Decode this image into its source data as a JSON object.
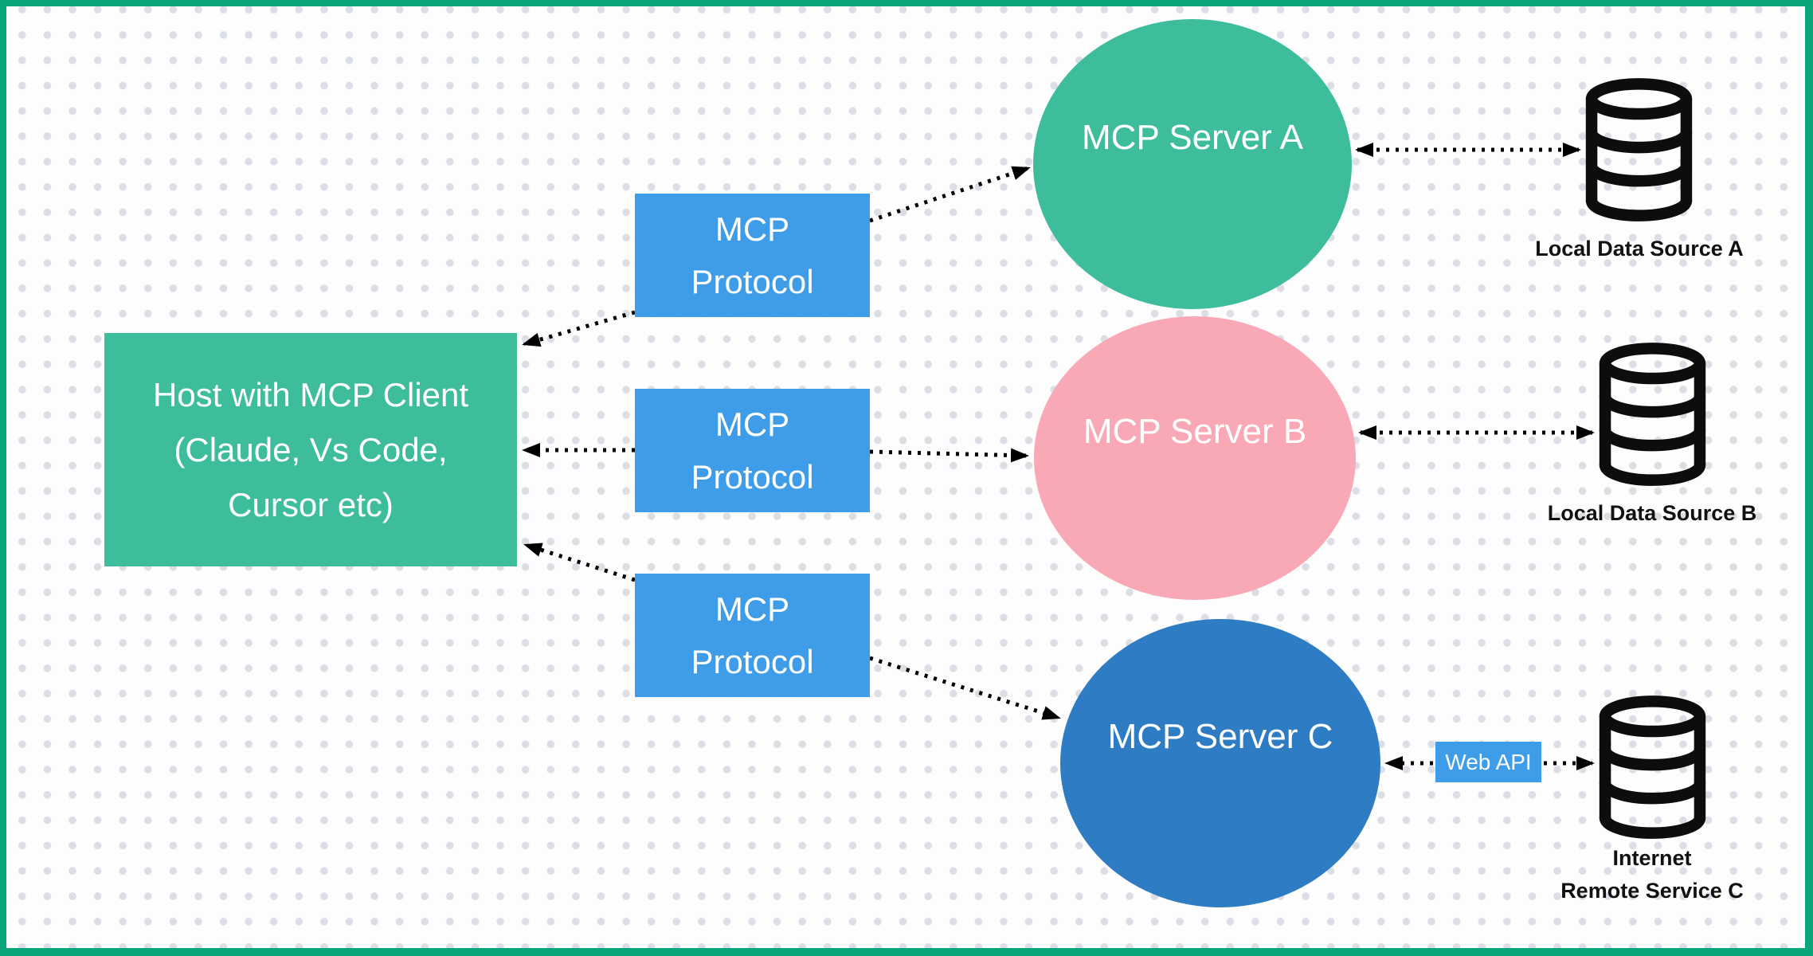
{
  "colors": {
    "frame_border": "#0aa77d",
    "host_teal": "#3dbd9c",
    "protocol_blue": "#3e9ce9",
    "server_a_teal": "#3dbd9c",
    "server_b_pink": "#f9a8b5",
    "server_c_blue": "#2e7cc3",
    "arrow_black": "#000000",
    "dot_grid_gray": "#dcdee6",
    "label_text": "#111111",
    "node_text": "#ffffff"
  },
  "diagram": {
    "host": {
      "lines": [
        "Host with MCP Client",
        "(Claude, Vs Code,",
        "Cursor etc)"
      ]
    },
    "protocol_label": {
      "lines": [
        "MCP",
        "Protocol"
      ]
    },
    "servers": [
      {
        "label": "MCP Server A"
      },
      {
        "label": "MCP Server B"
      },
      {
        "label": "MCP Server C"
      }
    ],
    "web_api": {
      "label": "Web API"
    },
    "data_sources": [
      {
        "label": "Local Data Source A"
      },
      {
        "label": "Local Data Source B"
      },
      {
        "lines": [
          "Internet",
          "Remote Service C"
        ]
      }
    ]
  }
}
